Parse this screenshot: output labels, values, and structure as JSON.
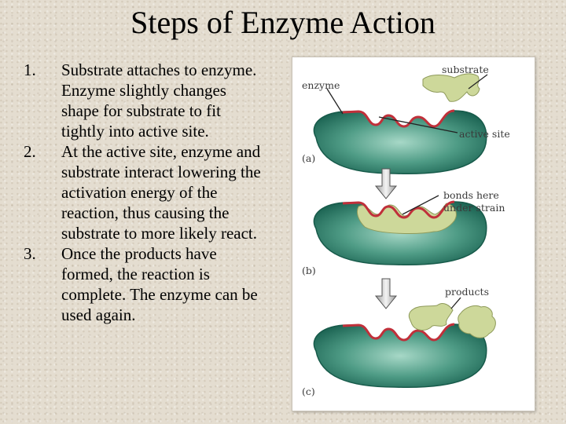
{
  "title": "Steps of Enzyme Action",
  "steps": [
    {
      "number": "1.",
      "text": "Substrate attaches to enzyme.  Enzyme slightly changes shape for substrate to fit tightly into active site."
    },
    {
      "number": "2.",
      "text": "At the active site, enzyme and substrate interact lowering the activation energy of the reaction, thus causing the substrate to more likely react."
    },
    {
      "number": "3.",
      "text": "Once the products have formed, the reaction is complete.  The enzyme can be used again."
    }
  ],
  "figure": {
    "labels": {
      "substrate": "substrate",
      "enzyme": "enzyme",
      "active_site": "active site",
      "bonds_line1": "bonds here",
      "bonds_line2": "under strain",
      "products": "products"
    },
    "panels": [
      "(a)",
      "(b)",
      "(c)"
    ],
    "colors": {
      "enzyme_dark": "#1f6b58",
      "enzyme_light": "#9fd3c2",
      "active_site_rim": "#c0303a",
      "substrate": "#cdd89a",
      "arrow": "#cfcfcf"
    }
  }
}
